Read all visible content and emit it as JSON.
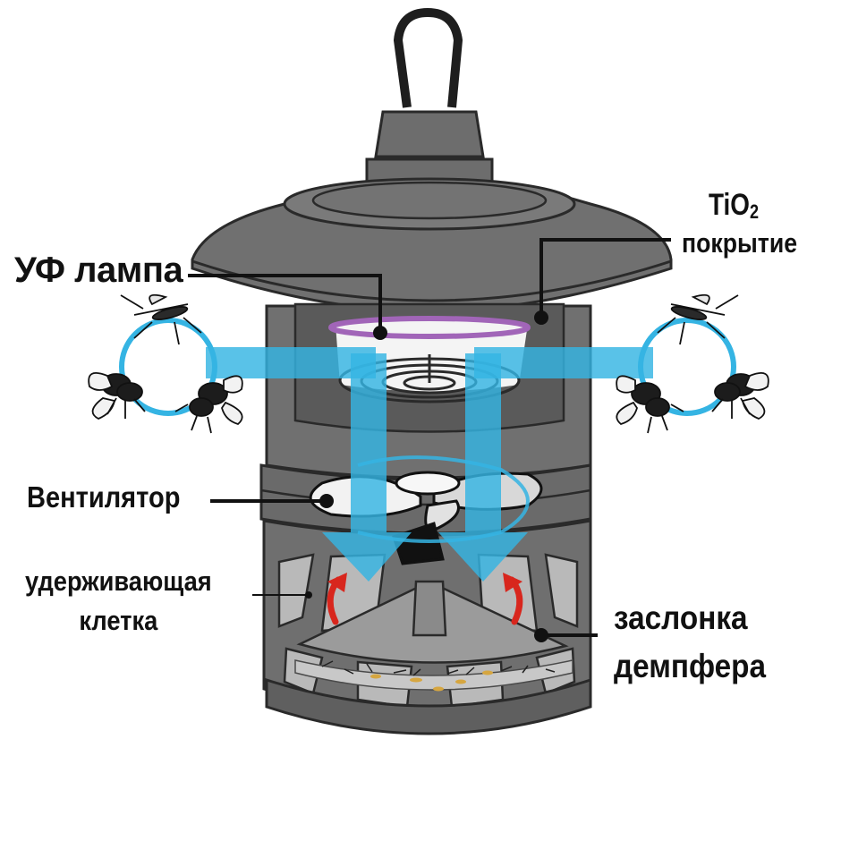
{
  "labels": {
    "uv_lamp": "УФ лампа",
    "fan": "Вентилятор",
    "holding_cage_line1": "удерживающая",
    "holding_cage_line2": "клетка",
    "damper_line1": "заслонка",
    "damper_line2": "демпфера",
    "tio2_base": "TiO",
    "tio2_sub": "2",
    "coating": "покрытие"
  },
  "colors": {
    "body_gray": "#6f6f6f",
    "dark_gray": "#3e3e3e",
    "light_gray": "#9a9a9a",
    "airflow_blue": "#35b4e3",
    "uv_purple": "#a165b8",
    "arrow_red": "#d8261d"
  },
  "icons": [
    "lantern-handle-icon",
    "mosquito-icon",
    "fly-icon",
    "airflow-arrow-icon",
    "fan-blade-icon",
    "red-curved-arrow-icon"
  ]
}
